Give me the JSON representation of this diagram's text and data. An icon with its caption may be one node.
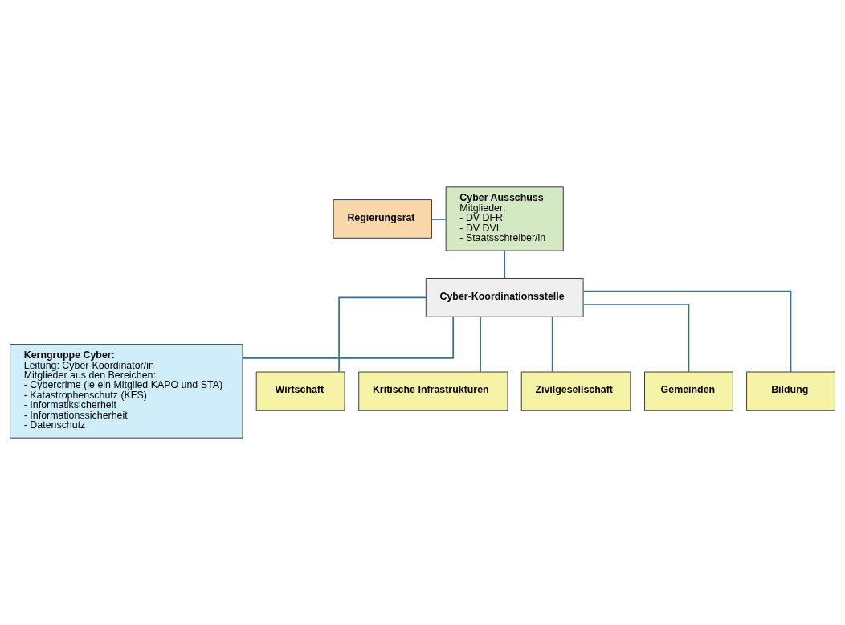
{
  "diagram": {
    "nodes": [
      {
        "text": [
          "Regierungsrat"
        ]
      },
      {
        "text": [
          "Cyber Ausschuss",
          "Mitglieder:",
          "- DV DFR",
          "- DV DVI",
          "- Staatsschreiber/in"
        ]
      },
      {
        "text": [
          "Cyber-Koordinationsstelle"
        ]
      },
      {
        "text": [
          "Kerngruppe Cyber:",
          "Leitung: Cyber-Koordinator/in",
          "Mitglieder aus den Bereichen:",
          "- Cybercrime (je ein Mitglied KAPO und STA)",
          "- Katastrophenschutz (KFS)",
          "- Informatiksicherheit",
          "- Informationssicherheit",
          "- Datenschutz"
        ]
      },
      {
        "text": [
          "Wirtschaft"
        ]
      },
      {
        "text": [
          "Kritische Infrastrukturen"
        ]
      },
      {
        "text": [
          "Zivilgesellschaft"
        ]
      },
      {
        "text": [
          "Gemeinden"
        ]
      },
      {
        "text": [
          "Bildung"
        ]
      }
    ],
    "edges": [
      {
        "from": 0,
        "to": 1,
        "arrow": "none"
      },
      {
        "from": 1,
        "to": 2,
        "arrow": "none"
      },
      {
        "from": 2,
        "to": 3,
        "arrow": "none"
      },
      {
        "from": 2,
        "to": 4,
        "arrow": "none"
      },
      {
        "from": 2,
        "to": 5,
        "arrow": "none"
      },
      {
        "from": 2,
        "to": 6,
        "arrow": "none"
      },
      {
        "from": 2,
        "to": 7,
        "arrow": "none"
      },
      {
        "from": 2,
        "to": 8,
        "arrow": "none"
      }
    ]
  }
}
